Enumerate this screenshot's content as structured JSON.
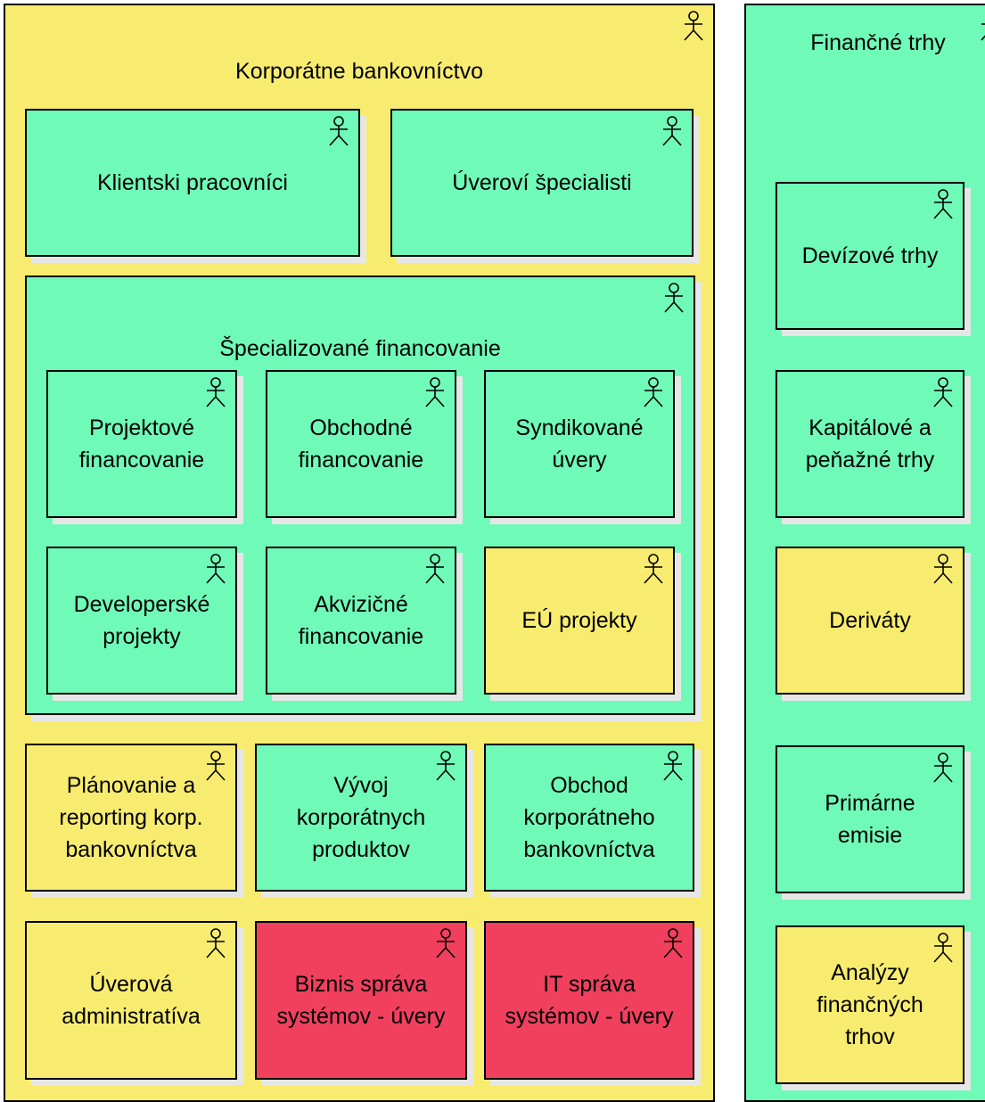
{
  "colors": {
    "yellow": "#f8ec70",
    "green": "#70fab8",
    "red": "#f0405e"
  },
  "icon": "actor-icon",
  "groups": {
    "korporatne": {
      "label": [
        "Korporátne bankovníctvo"
      ],
      "color": "yellow"
    },
    "financne_trhy": {
      "label": [
        "Finančné trhy"
      ],
      "color": "green"
    },
    "specializovane": {
      "label": [
        "Špecializované financovanie"
      ],
      "color": "green"
    }
  },
  "actors": {
    "klientski": {
      "label": [
        "Klientski pracovníci"
      ],
      "color": "green"
    },
    "uverovi_specialisti": {
      "label": [
        "Úveroví špecialisti"
      ],
      "color": "green"
    },
    "projektove": {
      "label": [
        "Projektové",
        "financovanie"
      ],
      "color": "green"
    },
    "obchodne": {
      "label": [
        "Obchodné",
        "financovanie"
      ],
      "color": "green"
    },
    "syndikovane": {
      "label": [
        "Syndikované",
        "úvery"
      ],
      "color": "green"
    },
    "developerske": {
      "label": [
        "Developerské",
        "projekty"
      ],
      "color": "green"
    },
    "akvizicne": {
      "label": [
        "Akvizičné",
        "financovanie"
      ],
      "color": "green"
    },
    "eu_projekty": {
      "label": [
        "EÚ projekty"
      ],
      "color": "yellow"
    },
    "planovanie": {
      "label": [
        "Plánovanie a",
        "reporting korp.",
        "bankovníctva"
      ],
      "color": "yellow"
    },
    "vyvoj": {
      "label": [
        "Vývoj",
        "korporátnych",
        "produktov"
      ],
      "color": "green"
    },
    "obchod": {
      "label": [
        "Obchod",
        "korporátneho",
        "bankovníctva"
      ],
      "color": "green"
    },
    "uverova_admin": {
      "label": [
        "Úverová",
        "administratíva"
      ],
      "color": "yellow"
    },
    "biznis_sprava": {
      "label": [
        "Biznis správa",
        "systémov - úvery"
      ],
      "color": "red"
    },
    "it_sprava": {
      "label": [
        "IT správa",
        "systémov - úvery"
      ],
      "color": "red"
    },
    "devizove": {
      "label": [
        "Devízové trhy"
      ],
      "color": "green"
    },
    "kapitalove": {
      "label": [
        "Kapitálové a",
        "peňažné trhy"
      ],
      "color": "green"
    },
    "derivaty": {
      "label": [
        "Deriváty"
      ],
      "color": "yellow"
    },
    "primarne": {
      "label": [
        "Primárne",
        "emisie"
      ],
      "color": "green"
    },
    "analyzy": {
      "label": [
        "Analýzy",
        "finančných",
        "trhov"
      ],
      "color": "yellow"
    }
  }
}
